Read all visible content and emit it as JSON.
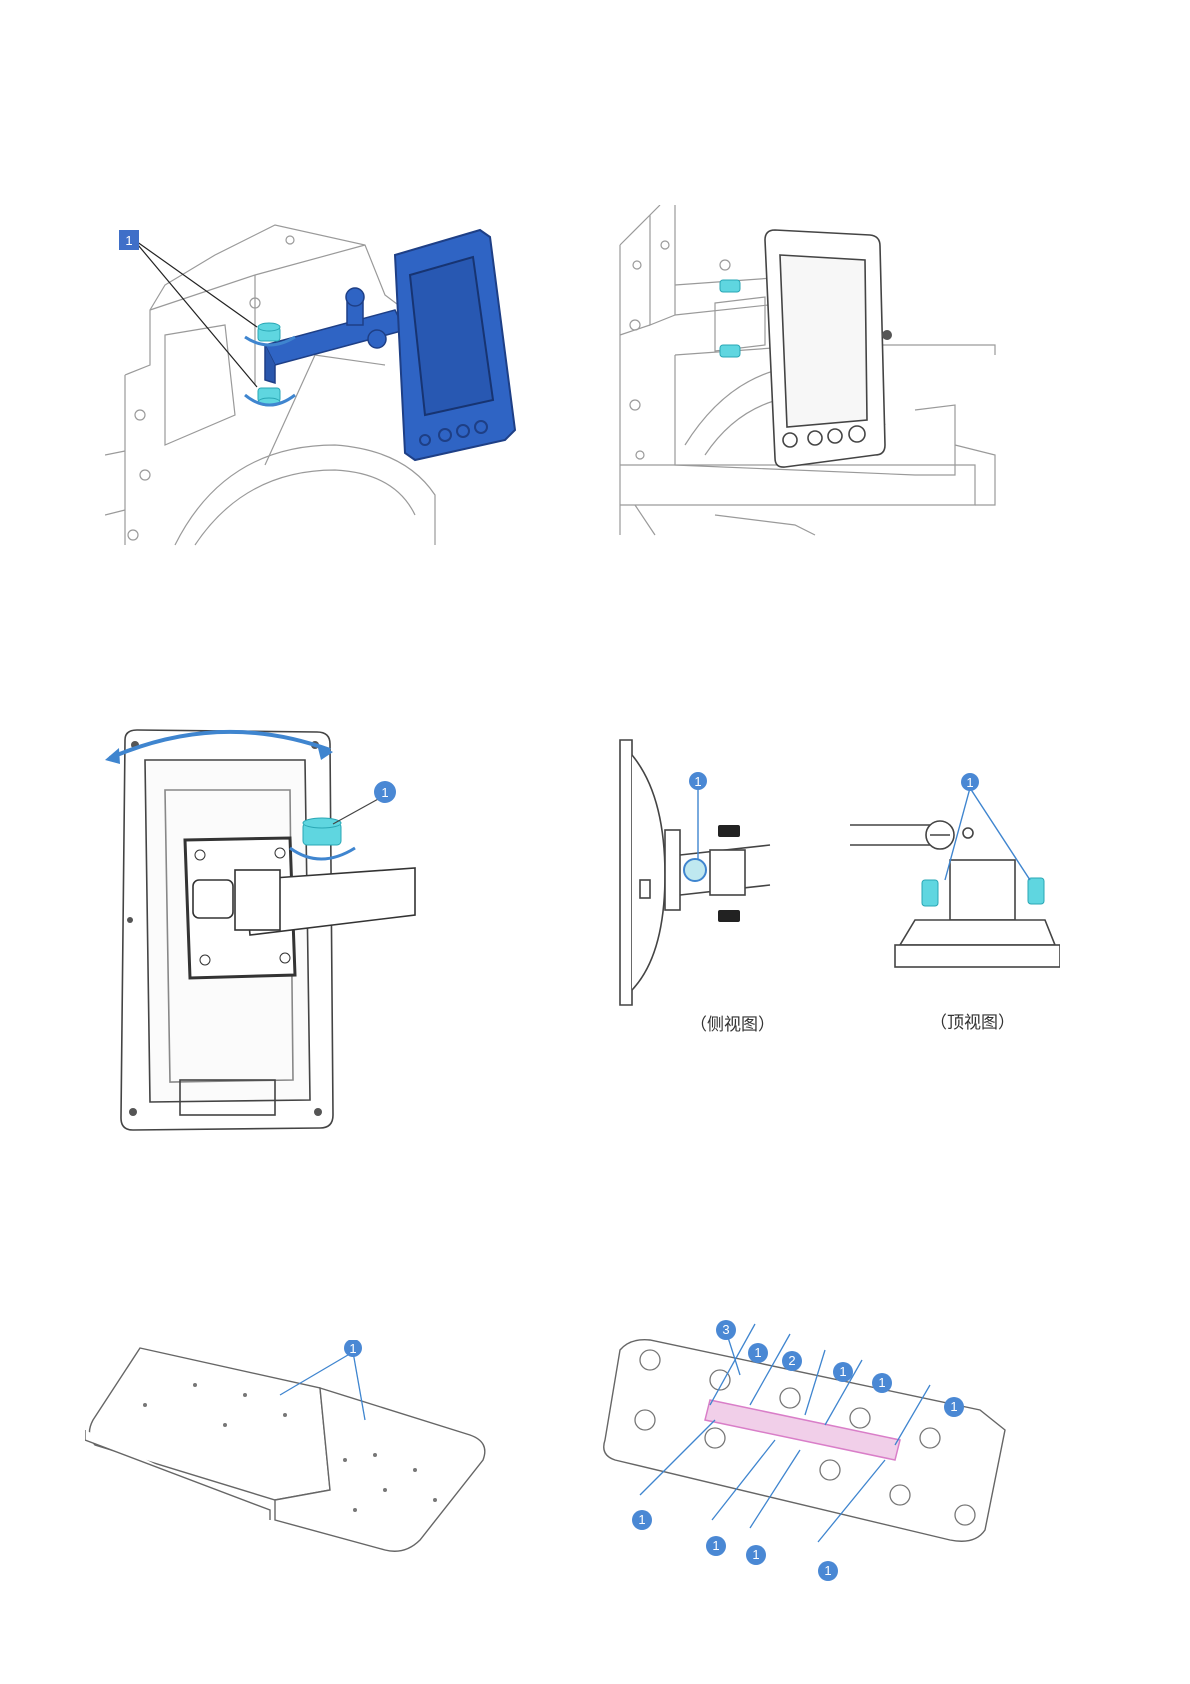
{
  "colors": {
    "line": "#8a8a8a",
    "dark": "#3a3a3a",
    "highlight_blue": "#2f64c4",
    "badge_blue": "#4a88d4",
    "knob_cyan": "#5fd6e0",
    "arrow_blue": "#3f85cf",
    "pink": "#e6a7dc"
  },
  "figures": {
    "fig1": {
      "badge": "1"
    },
    "fig3": {
      "badge": "1"
    },
    "fig4": {
      "side_badge": "1",
      "top_badge": "1",
      "side_caption": "（侧视图）",
      "top_caption": "（顶视图）"
    },
    "fig5": {
      "badge": "1"
    },
    "fig6": {
      "badges": [
        "3",
        "1",
        "2",
        "1",
        "1",
        "1",
        "1",
        "1",
        "1",
        "1"
      ]
    }
  }
}
